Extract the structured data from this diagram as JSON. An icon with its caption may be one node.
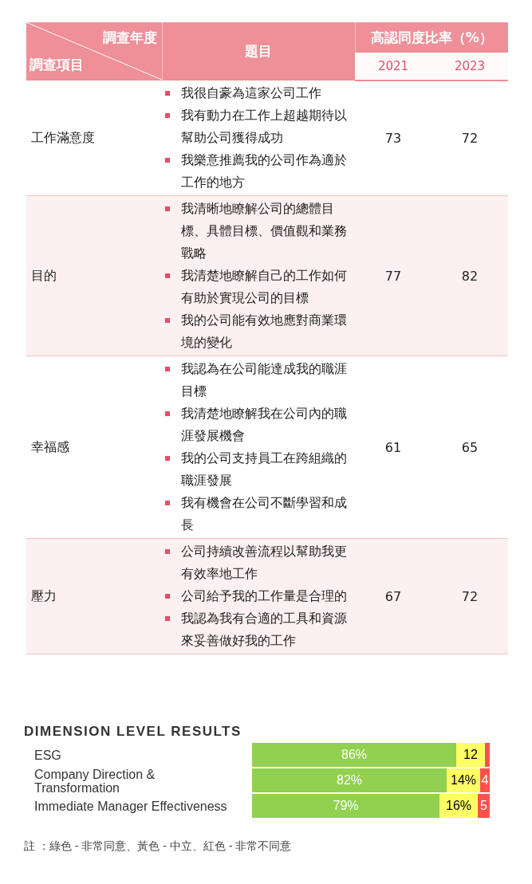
{
  "diagram": {
    "labels": [
      "調查年度",
      "調查項目",
      "題目",
      "高認同度比率（%）",
      "2021",
      "2023",
      "工作滿意度",
      "我很自豪為這家公司工作",
      "我有動力在工作上超越期待以幫助公司獲得成功",
      "我樂意推薦我的公司作為適於工作的地方",
      "73",
      "72",
      "目的",
      "我清晰地瞭解公司的總體目標、具體目標、價值觀和業務戰略",
      "我清楚地瞭解自己的工作如何有助於實現公司的目標",
      "我的公司能有效地應對商業環境的變化",
      "77",
      "82",
      "幸福感",
      "我認為在公司能達成我的職涯目標",
      "我清楚地瞭解我在公司內的職涯發展機會",
      "我的公司支持員工在跨組織的職涯發展",
      "我有機會在公司不斷學習和成長",
      "61",
      "65",
      "壓力",
      "公司持續改善流程以幫助我更有效率地工作",
      "公司給予我的工作量是合理的",
      "我認為我有合適的工具和資源來妥善做好我的工作",
      "67",
      "72",
      "註 ：綠色 - 非常同意、黃色 - 中立、紅色 - 非常不同意"
    ],
    "chart_data": {
      "type": "bar",
      "orientation": "horizontal",
      "stacked": true,
      "title": "DIMENSION LEVEL RESULTS",
      "categories": [
        "ESG",
        "Company Direction & Transformation",
        "Immediate Manager Effectiveness"
      ],
      "series": [
        {
          "color": "#92d050",
          "values": [
            86,
            82,
            79
          ],
          "value_labels": [
            "86%",
            "82%",
            "79%"
          ]
        },
        {
          "color": "#ffff66",
          "values": [
            12,
            14,
            16
          ],
          "value_labels": [
            "12",
            "14%",
            "16%"
          ]
        },
        {
          "color": "#ff5050",
          "values": [
            2,
            4,
            5
          ],
          "value_labels": [
            null,
            "4",
            "5"
          ]
        }
      ]
    }
  }
}
